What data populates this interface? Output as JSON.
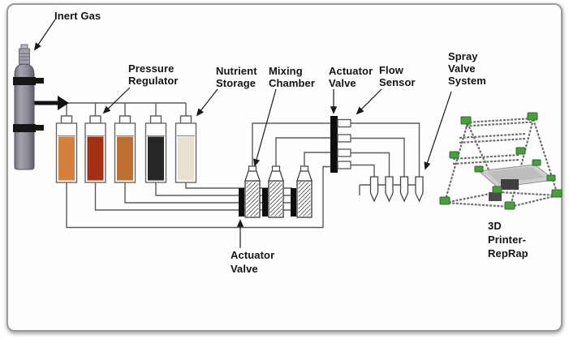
{
  "slide": {
    "labels": {
      "inert_gas": "Inert Gas",
      "pressure_regulator": [
        "Pressure",
        "Regulator"
      ],
      "nutrient_storage": [
        "Nutrient",
        "Storage"
      ],
      "mixing_chamber": [
        "Mixing",
        "Chamber"
      ],
      "actuator_valve_top": [
        "Actuator",
        "Valve"
      ],
      "flow_sensor": [
        "Flow",
        "Sensor"
      ],
      "spray_valve_system": [
        "Spray",
        "Valve",
        "System"
      ],
      "actuator_valve_bottom": [
        "Actuator",
        "Valve"
      ],
      "printer": [
        "3D",
        "Printer-",
        "RepRap"
      ]
    },
    "colors": {
      "nutrient_1": "#d5813b",
      "nutrient_2": "#a33014",
      "nutrient_3": "#bd6f2d",
      "nutrient_4": "#272727",
      "nutrient_5": "#e7e2cf",
      "cylinder_gray": "#8d8a96",
      "valve_black": "#0d0d0d",
      "tube_line": "#5a5a5a",
      "printer_green": "#4a9e3f",
      "platform_gray": "#cfcfcf"
    }
  }
}
